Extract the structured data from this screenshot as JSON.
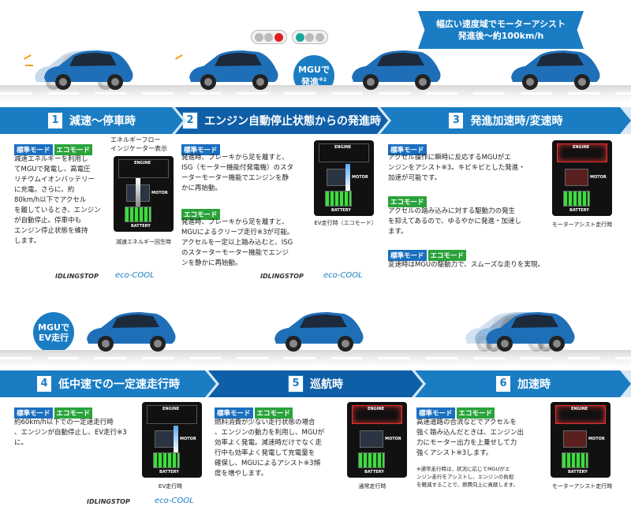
{
  "banner": {
    "line1": "幅広い速度域でモーターアシスト",
    "line2": "発進後〜約100km/h"
  },
  "bubbles": {
    "start": {
      "l1": "MGUで",
      "l2": "発進",
      "note": "※2"
    },
    "ev": {
      "l1": "MGUで",
      "l2": "EV走行"
    }
  },
  "sections": [
    {
      "num": "1",
      "title": "減速〜停車時"
    },
    {
      "num": "2",
      "title": "エンジン自動停止状態からの発進時"
    },
    {
      "num": "3",
      "title": "発進加速時/変速時"
    },
    {
      "num": "4",
      "title": "低中速での一定速走行時"
    },
    {
      "num": "5",
      "title": "巡航時"
    },
    {
      "num": "6",
      "title": "加速時"
    }
  ],
  "tags": {
    "std": "標準モード",
    "eco": "エコモード"
  },
  "s1": {
    "text": [
      "減速エネルギーを利用し",
      "てMGUで発電し、高電圧",
      "リチウムイオンバッテリー",
      "に充電。さらに、約",
      "80km/h以下でアクセル",
      "を離しているとき、エンジン",
      "が自動停止。停車中も",
      "エンジン停止状態を維持",
      "します。"
    ],
    "indicator": [
      "エネルギーフロー",
      "インジケーター表示"
    ],
    "cap": "減速エネルギー回生時"
  },
  "s2": {
    "std": [
      "発進時、ブレーキから足を離すと、",
      "ISG（モーター機能付発電機）のスタ",
      "ーターモーター機能でエンジンを静",
      "かに再始動。"
    ],
    "eco": [
      "発進時、ブレーキから足を離すと、",
      "MGUによるクリープ走行※3が可能。",
      "アクセルを一定以上踏み込むと、ISG",
      "のスターターモーター機能でエンジ",
      "ンを静かに再始動。"
    ],
    "cap": "EV走行時（エコモード）"
  },
  "s3": {
    "std": [
      "アクセル操作に瞬時に反応するMGUがエ",
      "ンジンをアシスト※3。キビキビとした発進・",
      "加速が可能です。"
    ],
    "eco": [
      "アクセルの踏み込みに対する駆動力の発生",
      "を抑えてあるので、ゆるやかに発進・加速し",
      "ます。"
    ],
    "both": [
      "変速時はMGUの駆動力で、スムーズな走りを実現。"
    ],
    "cap": "モーターアシスト走行時"
  },
  "s4": {
    "text": [
      "約60km/h以下での一定速走行時",
      "、エンジンが自動停止し、EV走行※3",
      "に。"
    ],
    "cap": "EV走行時"
  },
  "s5": {
    "text": [
      "燃料消費が少ない走行状態の場合",
      "、エンジンの動力を利用し、MGUが",
      "効率よく発電。減速時だけでなく走",
      "行中も効率よく発電して充電量を",
      "確保し、MGUによるアシスト※3頻",
      "度を増やします。"
    ],
    "cap": "通常走行時"
  },
  "s6": {
    "text": [
      "高速道路の合流などでアクセルを",
      "強く踏み込んだときは、エンジン出",
      "力にモーター出力を上乗せして力",
      "強くアシスト※3します。"
    ],
    "note": [
      "※通常走行時は、状況に応じてMGUがエ",
      "ンジン走行をアシストし、エンジンの負担",
      "を軽減することで、燃費向上に貢献します。"
    ],
    "cap": "モーターアシスト走行時"
  },
  "diagram": {
    "engine": "ENGINE",
    "motor": "MOTOR",
    "battery": "BATTERY"
  },
  "logos": {
    "idling": "IDLINGSTOP",
    "eco": "eco-COOL"
  },
  "colors": {
    "blue": "#1a7dc4",
    "dark_blue": "#0f5fa8",
    "green": "#2aa33a",
    "car": "#1f6fb8"
  }
}
